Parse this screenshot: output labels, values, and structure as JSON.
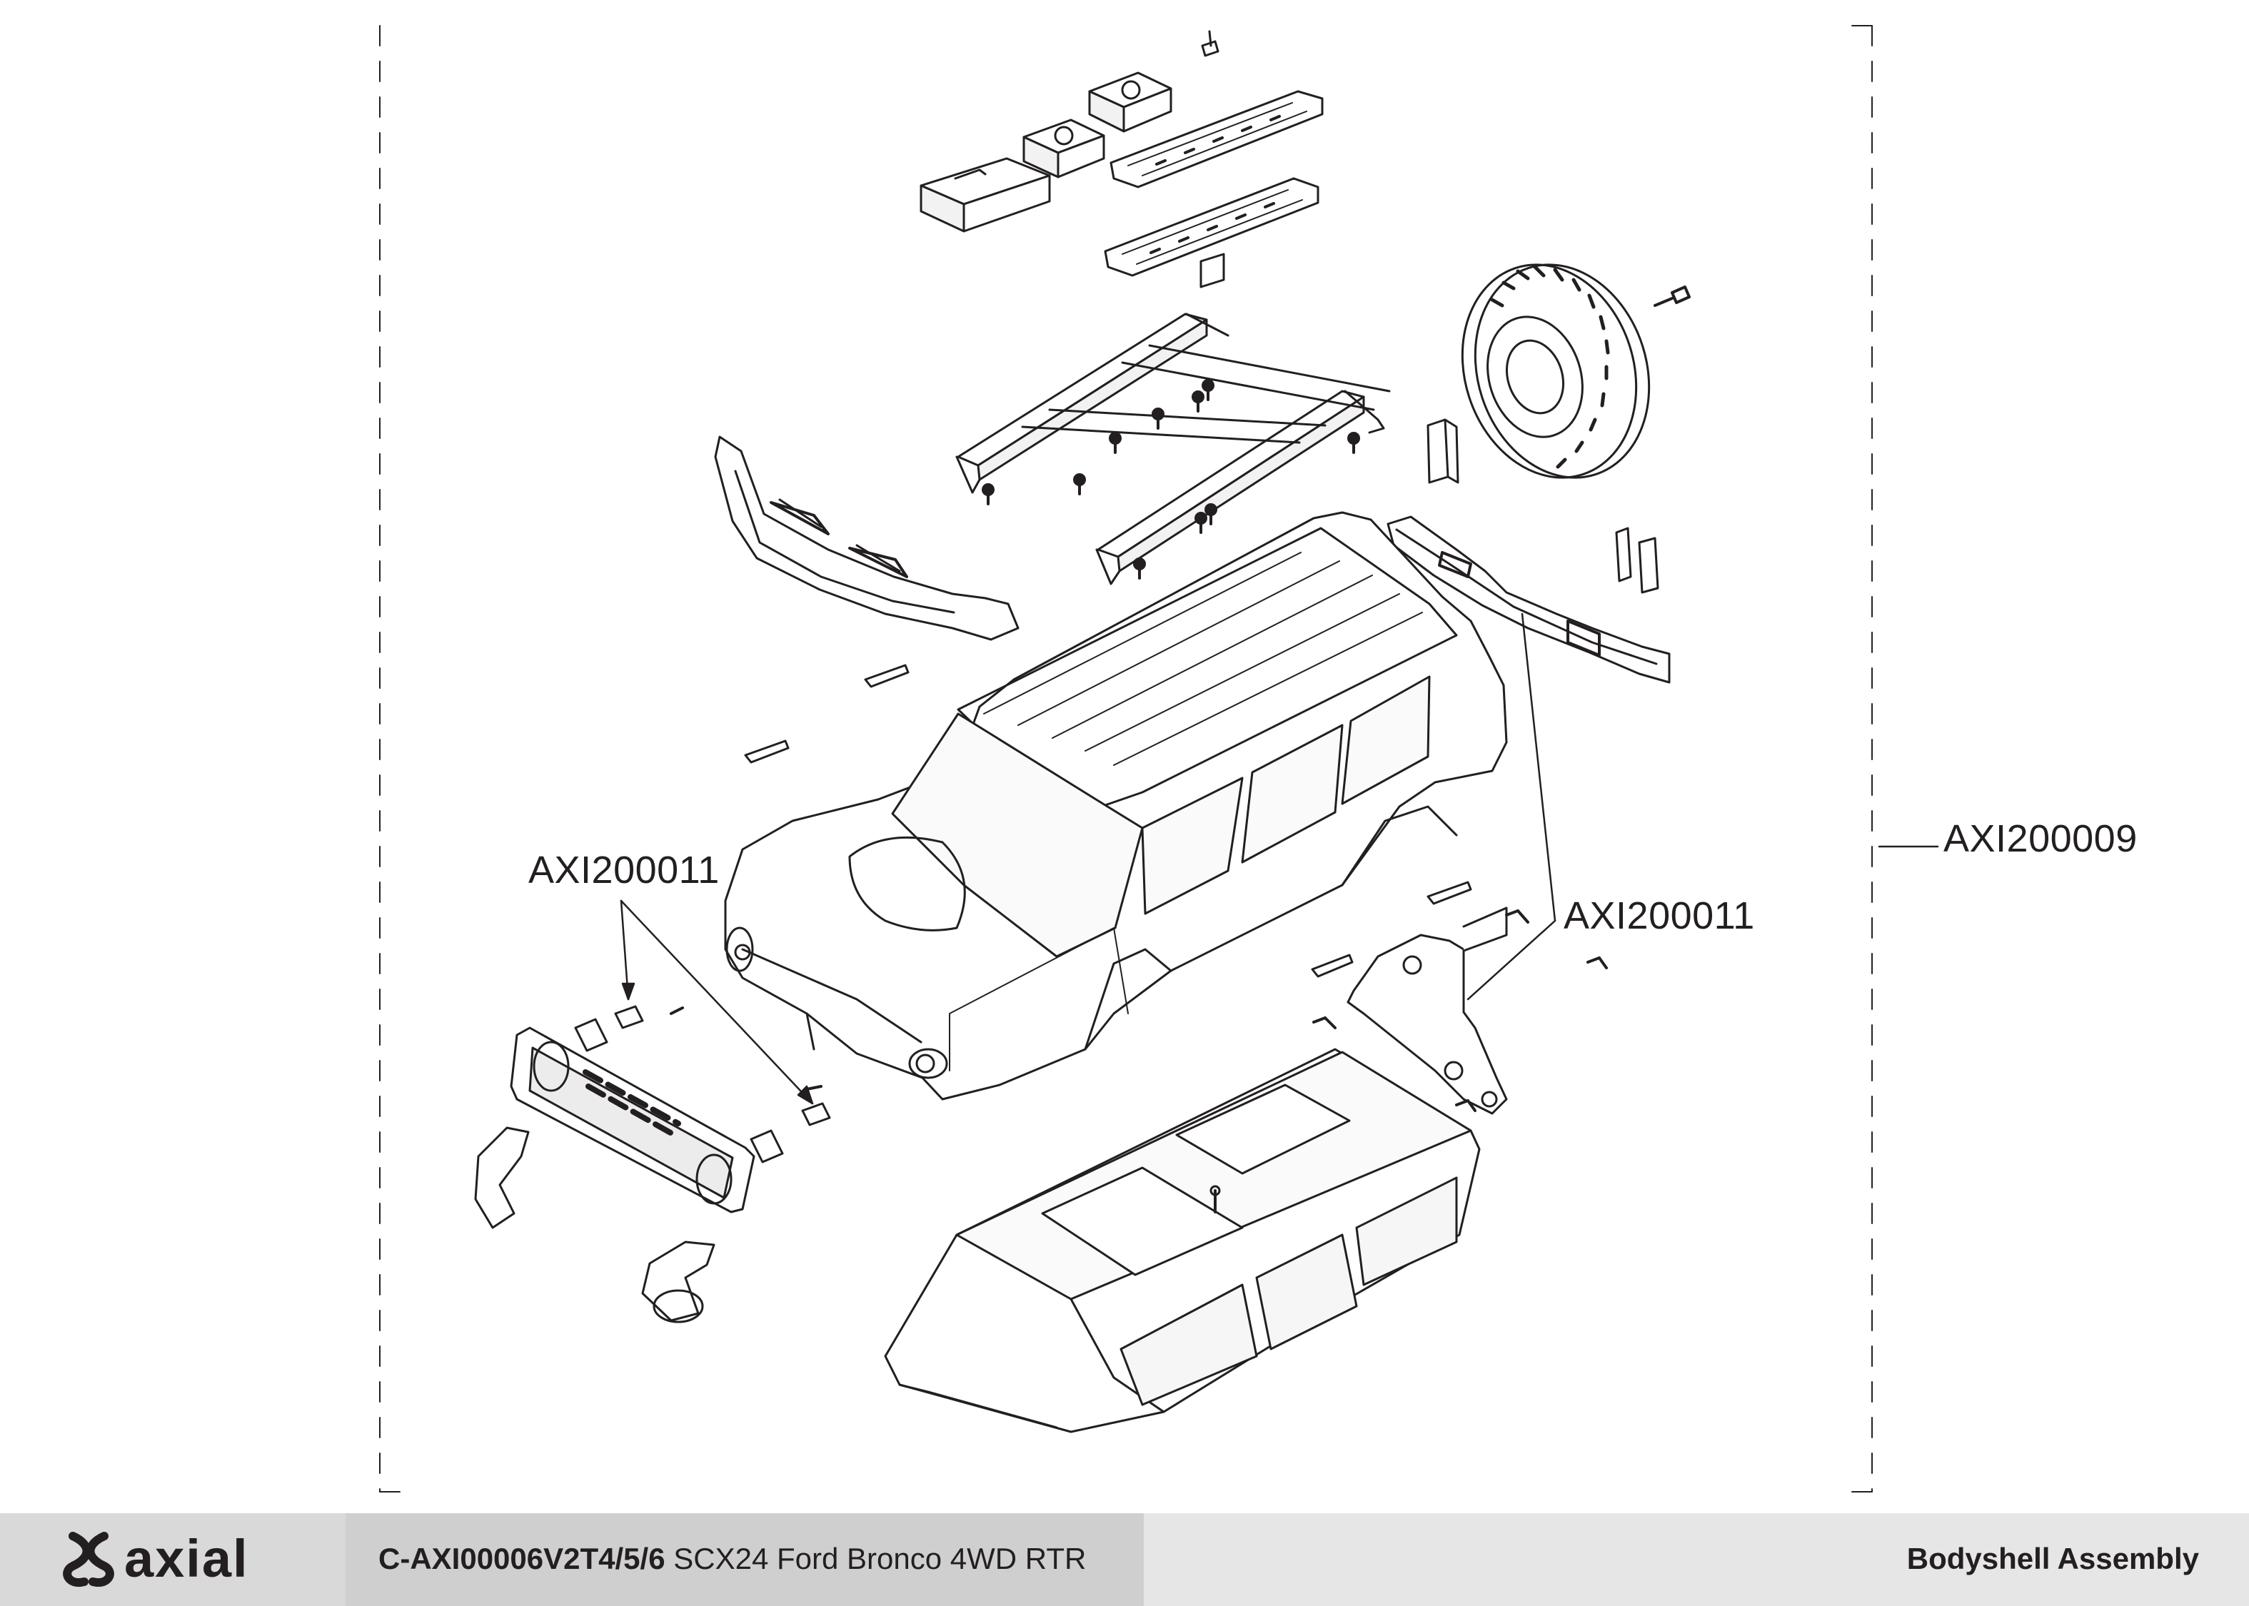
{
  "callouts": {
    "front_lights": "AXI200011",
    "rear_lights": "AXI200011",
    "body_kit": "AXI200009"
  },
  "footer": {
    "brand": "axial",
    "model_code": "C-AXI00006V2T4/5/6",
    "model_name": "SCX24 Ford Bronco 4WD RTR",
    "section": "Bodyshell Assembly"
  },
  "icons": {
    "brand_logo": "axial-logo-icon"
  },
  "colors": {
    "line": "#231f20",
    "footer_logo_bg": "#d9d9d9",
    "footer_model_bg": "#cfcfcf",
    "footer_section_bg": "#e6e6e6"
  }
}
